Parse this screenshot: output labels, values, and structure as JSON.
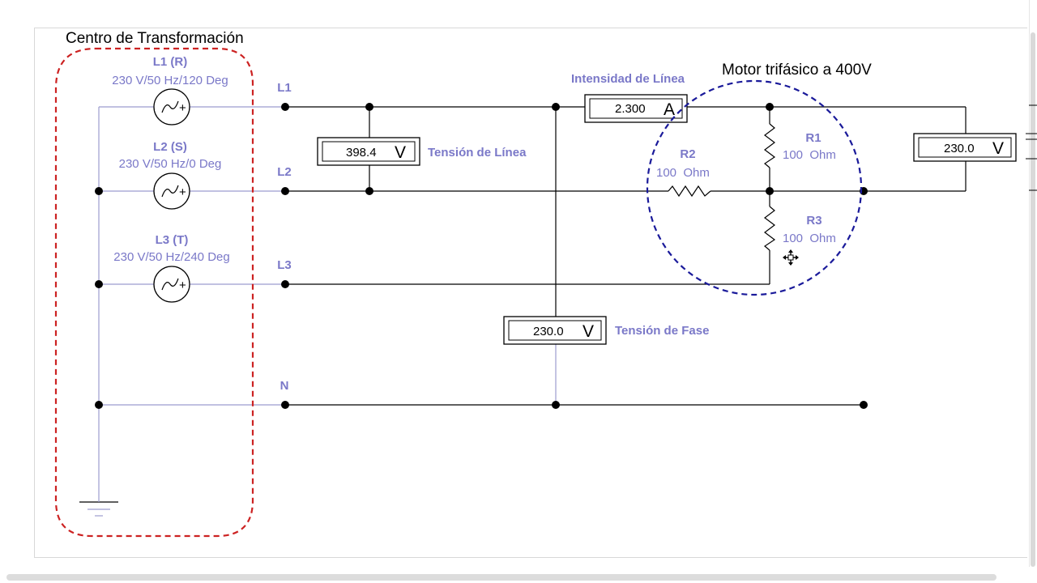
{
  "diagram": {
    "transformer_title": "Centro de Transformación",
    "motor_title": "Motor trifásico a 400V",
    "sources": [
      {
        "name": "L1 (R)",
        "spec": "230 V/50 Hz/120 Deg"
      },
      {
        "name": "L2 (S)",
        "spec": "230 V/50 Hz/0 Deg"
      },
      {
        "name": "L3 (T)",
        "spec": "230 V/50 Hz/240 Deg"
      }
    ],
    "lines": {
      "l1": "L1",
      "l2": "L2",
      "l3": "L3",
      "n": "N"
    },
    "meters": {
      "line_voltage": {
        "value": "398.4",
        "unit": "V",
        "label": "Tensión de Línea"
      },
      "line_current": {
        "value": "2.300",
        "unit": "A",
        "label": "Intensidad de Línea"
      },
      "phase_voltage": {
        "value": "230.0",
        "unit": "V",
        "label": "Tensión de Fase"
      },
      "load_voltage": {
        "value": "230.0",
        "unit": "V"
      }
    },
    "resistors": [
      {
        "name": "R1",
        "value": "100  Ohm"
      },
      {
        "name": "R2",
        "value": "100  Ohm"
      },
      {
        "name": "R3",
        "value": "100  Ohm"
      }
    ],
    "colors": {
      "label": "#7a78c8",
      "transformer_outline": "#cc2222",
      "motor_outline": "#1a1a9a"
    },
    "cursor_icon": "move-cursor-icon"
  }
}
